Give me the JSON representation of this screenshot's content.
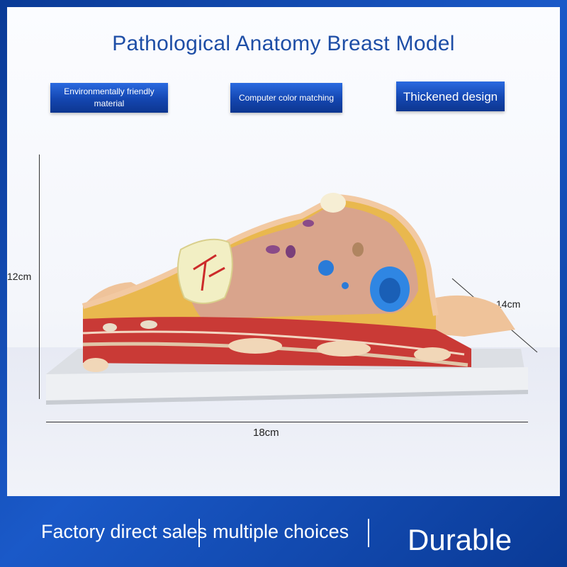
{
  "title": "Pathological Anatomy Breast Model",
  "features": [
    {
      "label": "Environmentally friendly material"
    },
    {
      "label": "Computer color matching"
    },
    {
      "label": "Thickened design"
    }
  ],
  "dimensions": {
    "height": "12cm",
    "depth": "14cm",
    "width": "18cm"
  },
  "footer": {
    "item1": "Factory direct sales",
    "item2": "multiple choices",
    "item3": "Durable"
  },
  "colors": {
    "brand_blue": "#1446b0",
    "title_blue": "#1e4ea6"
  }
}
